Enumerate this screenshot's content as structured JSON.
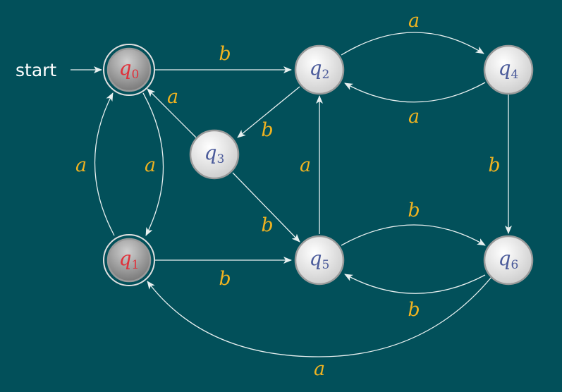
{
  "colors": {
    "background": "#02505a",
    "edge": "#e8f0f0",
    "edge_label": "#f0b320",
    "accept_label": "#e0303a",
    "state_label": "#4a5a9a",
    "start_text": "#ffffff"
  },
  "start_label": "start",
  "states": [
    {
      "id": "q0",
      "name": "q",
      "sub": "0",
      "accepting": true
    },
    {
      "id": "q1",
      "name": "q",
      "sub": "1",
      "accepting": true
    },
    {
      "id": "q2",
      "name": "q",
      "sub": "2",
      "accepting": false
    },
    {
      "id": "q3",
      "name": "q",
      "sub": "3",
      "accepting": false
    },
    {
      "id": "q4",
      "name": "q",
      "sub": "4",
      "accepting": false
    },
    {
      "id": "q5",
      "name": "q",
      "sub": "5",
      "accepting": false
    },
    {
      "id": "q6",
      "name": "q",
      "sub": "6",
      "accepting": false
    }
  ],
  "transitions": [
    {
      "id": "q0-q2",
      "from": "q0",
      "to": "q2",
      "label": "b"
    },
    {
      "id": "q0-q1",
      "from": "q0",
      "to": "q1",
      "label": "a"
    },
    {
      "id": "q1-q0",
      "from": "q1",
      "to": "q0",
      "label": "a"
    },
    {
      "id": "q1-q5",
      "from": "q1",
      "to": "q5",
      "label": "b"
    },
    {
      "id": "q2-q4",
      "from": "q2",
      "to": "q4",
      "label": "a"
    },
    {
      "id": "q4-q2",
      "from": "q4",
      "to": "q2",
      "label": "a"
    },
    {
      "id": "q2-q3",
      "from": "q2",
      "to": "q3",
      "label": "b"
    },
    {
      "id": "q3-q0",
      "from": "q3",
      "to": "q0",
      "label": "a"
    },
    {
      "id": "q3-q5",
      "from": "q3",
      "to": "q5",
      "label": "b"
    },
    {
      "id": "q5-q2",
      "from": "q5",
      "to": "q2",
      "label": "a"
    },
    {
      "id": "q4-q6",
      "from": "q4",
      "to": "q6",
      "label": "b"
    },
    {
      "id": "q5-q6",
      "from": "q5",
      "to": "q6",
      "label": "b"
    },
    {
      "id": "q6-q5",
      "from": "q6",
      "to": "q5",
      "label": "b"
    },
    {
      "id": "q6-q1",
      "from": "q6",
      "to": "q1",
      "label": "a"
    }
  ]
}
